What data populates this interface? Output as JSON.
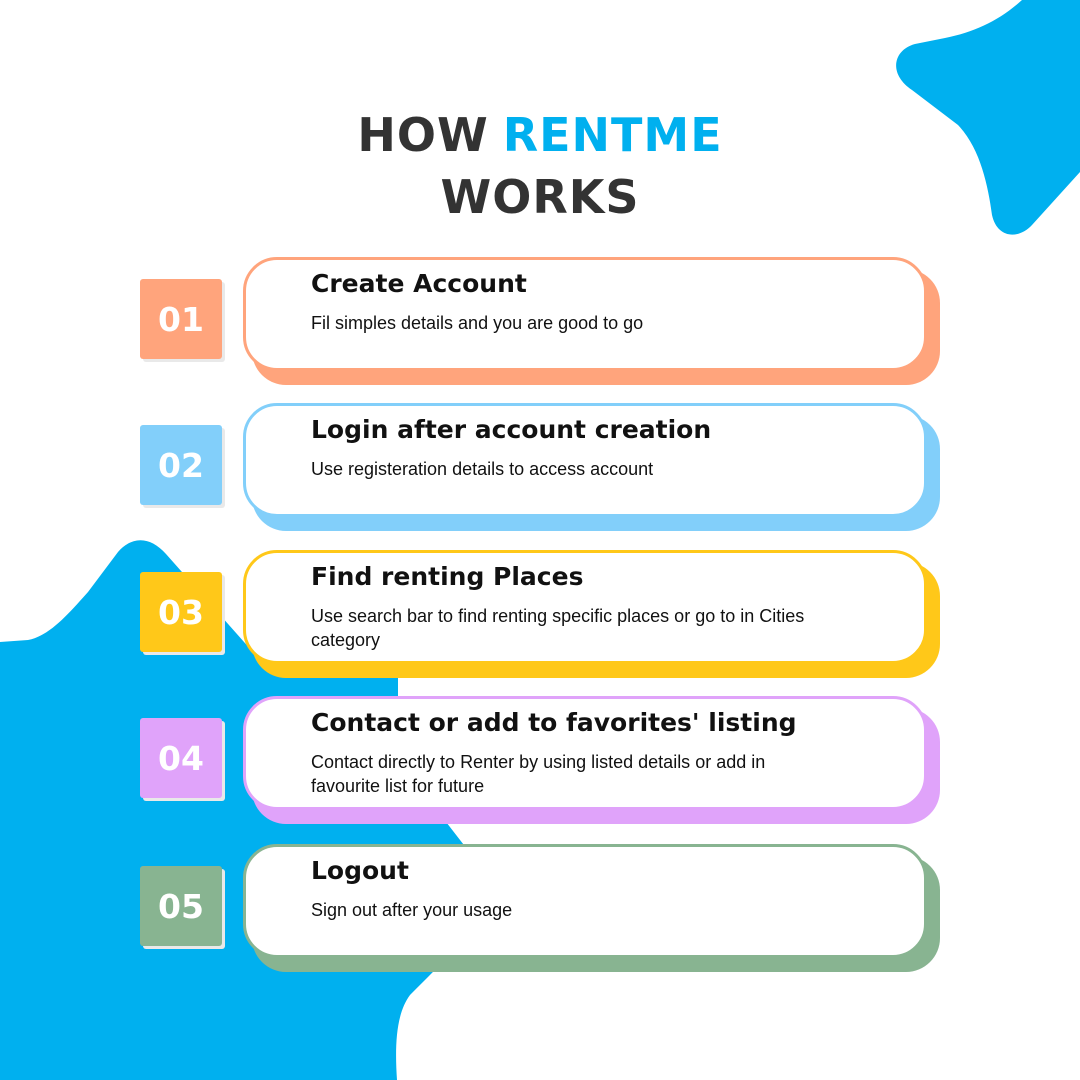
{
  "colors": {
    "blob": "#00b0ef",
    "heading_dark": "#333333",
    "heading_accent": "#00b0ef"
  },
  "heading": {
    "line1_prefix": "HOW",
    "line1_accent": "RENTME",
    "line2": "WORKS"
  },
  "steps": [
    {
      "number": "01",
      "title": "Create Account",
      "description": "Fil simples details and you are good to go",
      "color": "#ffa47c"
    },
    {
      "number": "02",
      "title": "Login after account creation",
      "description": "Use registeration details to access account",
      "color": "#82cffa"
    },
    {
      "number": "03",
      "title": "Find renting Places",
      "description": "Use search bar to find renting specific places or go to in Cities category",
      "color": "#ffc819"
    },
    {
      "number": "04",
      "title": "Contact or add to favorites' listing",
      "description": "Contact directly to Renter by using listed details or add in favourite list for future",
      "color": "#e0a3fa"
    },
    {
      "number": "05",
      "title": "Logout",
      "description": "Sign out after your usage",
      "color": "#88b491"
    }
  ]
}
